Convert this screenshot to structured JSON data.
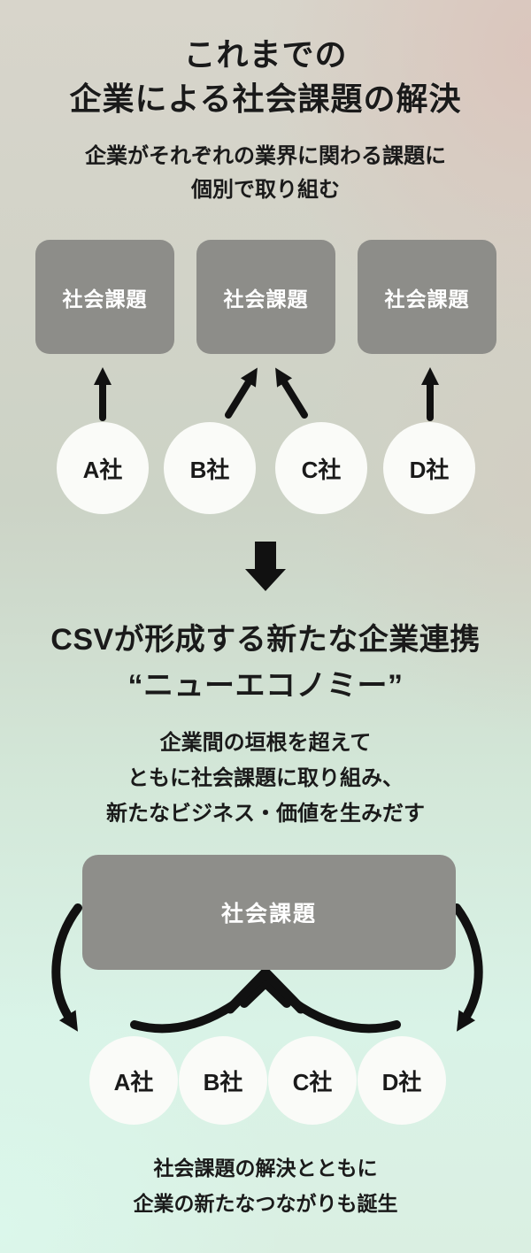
{
  "colors": {
    "text": "#1a1a1a",
    "arrow": "#111111",
    "issue_box_bg": "#8d8d89",
    "issue_box_text": "#ffffff",
    "circle_bg": "#fafbf8",
    "bg_top_left": "#d8d5cb",
    "bg_top_right": "#dbc5bc",
    "bg_middle": "#ccd3c6",
    "bg_bottom": "#d9f3e7"
  },
  "section_traditional": {
    "title_line1": "これまでの",
    "title_line2": "企業による社会課題の解決",
    "subtitle_line1": "企業がそれぞれの業界に関わる課題に",
    "subtitle_line2": "個別で取り組む",
    "issue_boxes": [
      "社会課題",
      "社会課題",
      "社会課題"
    ],
    "companies": [
      "A社",
      "B社",
      "C社",
      "D社"
    ]
  },
  "section_csv": {
    "title_line1": "CSVが形成する新たな企業連携",
    "title_line2": "“ニューエコノミー”",
    "body_line1": "企業間の垣根を超えて",
    "body_line2": "ともに社会課題に取り組み、",
    "body_line3": "新たなビジネス・価値を生みだす",
    "issue_box": "社会課題",
    "companies": [
      "A社",
      "B社",
      "C社",
      "D社"
    ],
    "caption_line1": "社会課題の解決とともに",
    "caption_line2": "企業の新たなつながりも誕生"
  }
}
